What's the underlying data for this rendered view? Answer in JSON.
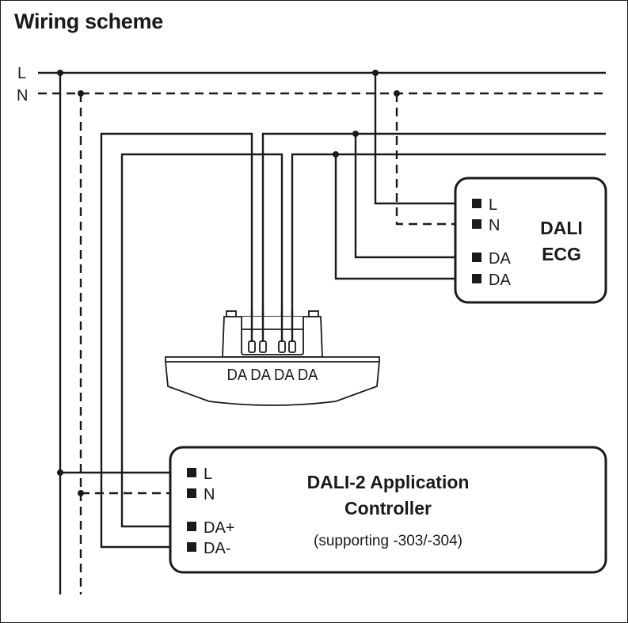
{
  "title": "Wiring scheme",
  "bus": {
    "line_label": "L",
    "neutral_label": "N"
  },
  "sensor": {
    "terminal_labels": "DA DA DA DA"
  },
  "ecg": {
    "title_line1": "DALI",
    "title_line2": "ECG",
    "terminals": [
      "L",
      "N",
      "DA",
      "DA"
    ]
  },
  "controller": {
    "title_line1": "DALI-2 Application",
    "title_line2": "Controller",
    "subtitle": "(supporting -303/-304)",
    "terminals": [
      "L",
      "N",
      "DA+",
      "DA-"
    ]
  }
}
